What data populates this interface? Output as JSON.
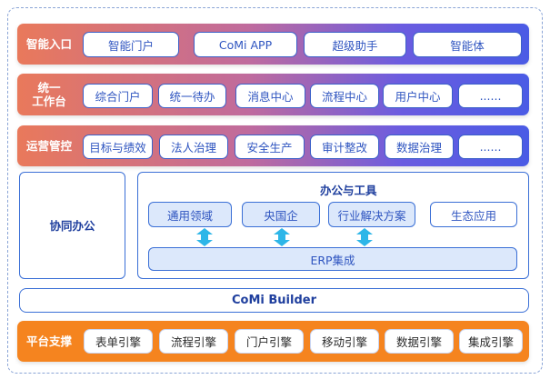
{
  "rows": {
    "entry": {
      "label": "智能入口",
      "items": [
        "智能门户",
        "CoMi APP",
        "超级助手",
        "智能体"
      ]
    },
    "unified": {
      "label_line1": "统一",
      "label_line2": "工作台",
      "items": [
        "综合门户",
        "统一待办",
        "消息中心",
        "流程中心",
        "用户中心",
        "......"
      ]
    },
    "ops": {
      "label": "运营管控",
      "items": [
        "目标与绩效",
        "法人治理",
        "安全生产",
        "审计整改",
        "数据治理",
        "......"
      ]
    }
  },
  "collab": {
    "label": "协同办公",
    "tools_title": "办公与工具",
    "tools": [
      "通用领域",
      "央国企",
      "行业解决方案",
      "生态应用"
    ],
    "erp": "ERP集成"
  },
  "builder": {
    "label": "CoMi Builder"
  },
  "platform": {
    "label": "平台支撑",
    "items": [
      "表单引擎",
      "流程引擎",
      "门户引擎",
      "移动引擎",
      "数据引擎",
      "集成引擎"
    ]
  },
  "colors": {
    "row_gradient_start": "#e9795b",
    "row_gradient_end": "#4a5be5",
    "platform_orange": "#f5841f",
    "pill_border": "#3a5fc8",
    "tool_fill": "#dce8fb",
    "arrow": "#2db6e8",
    "frame_dash": "#8aa4d6"
  },
  "icons": {
    "connector": "double-arrow-icon"
  }
}
